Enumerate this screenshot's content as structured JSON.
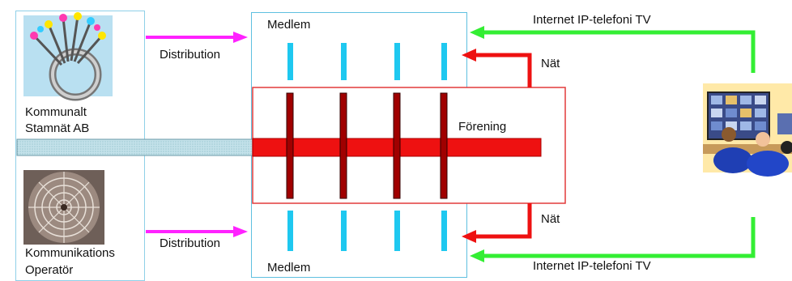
{
  "left_panel": {
    "company_label_line1": "Kommunalt",
    "company_label_line2": "Stamnät AB",
    "operator_label_line1": "Kommunikations",
    "operator_label_line2": "Operatör"
  },
  "flows": {
    "distribution_top": "Distribution",
    "distribution_bottom": "Distribution",
    "internet_top": "Internet IP-telefoni TV",
    "internet_bottom": "Internet IP-telefoni TV",
    "nat_top": "Nät",
    "nat_bottom": "Nät"
  },
  "center": {
    "member_top": "Medlem",
    "member_bottom": "Medlem",
    "association": "Förening"
  },
  "icons": [
    "fiber-optic-icon",
    "network-web-icon",
    "people-at-screen-icon"
  ],
  "colors": {
    "frame_blue": "#8fd0e8",
    "cyan_bar": "#1ec8f0",
    "red_bar": "#ee1111",
    "dark_red": "#8b0000",
    "magenta": "#ff22ff",
    "green": "#33ee33",
    "arrow_red": "#ee1111",
    "pipe_fill": "#b9dde6"
  }
}
